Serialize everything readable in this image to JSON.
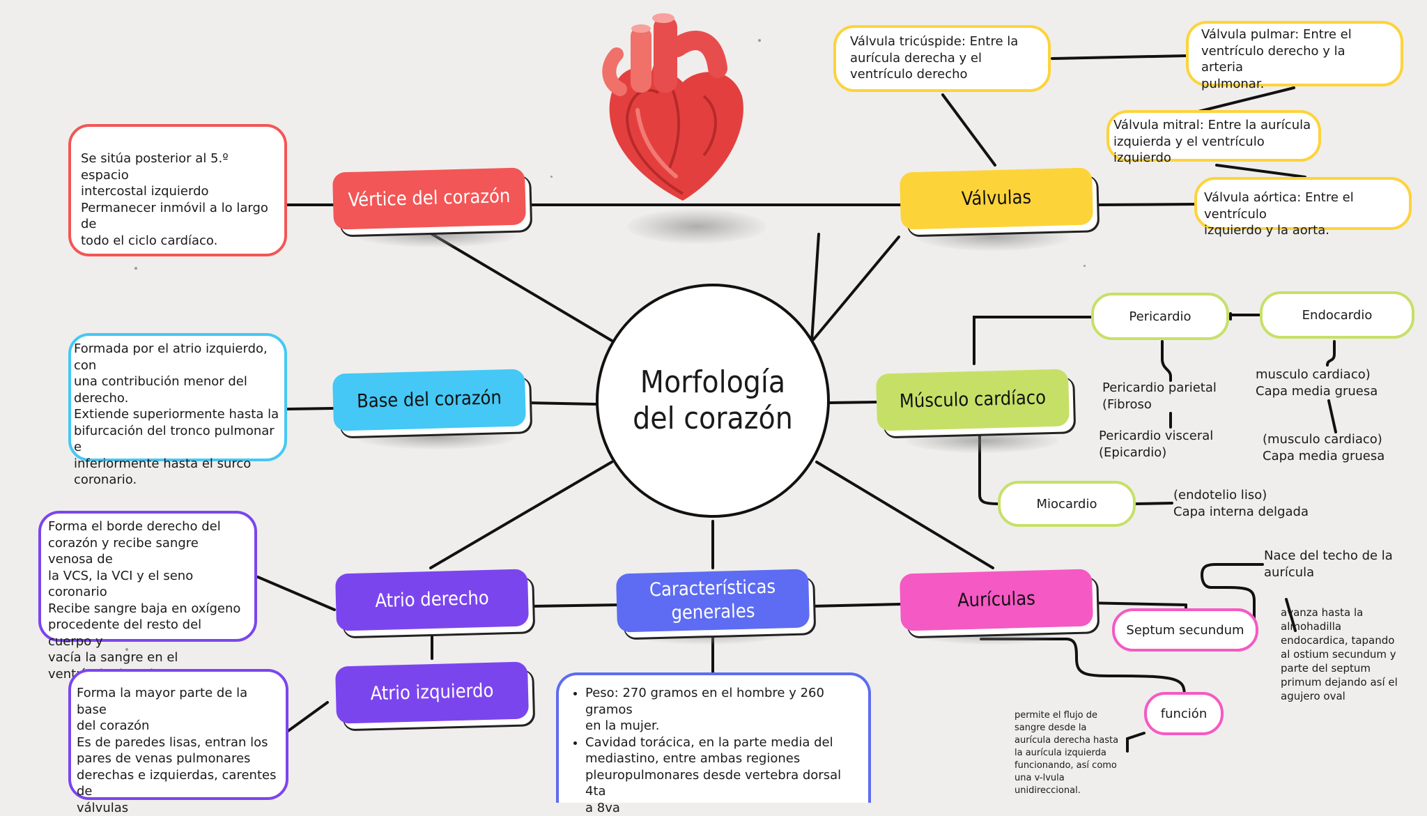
{
  "center": {
    "line1": "Morfología",
    "line2": "del corazón"
  },
  "nodes": {
    "vertice": "Vértice del corazón",
    "base": "Base del corazón",
    "atrio_derecho": "Atrio derecho",
    "atrio_izquierdo": "Atrio izquierdo",
    "caracteristicas_l1": "Características",
    "caracteristicas_l2": "generales",
    "valvulas": "Válvulas",
    "musculo": "Músculo cardíaco",
    "auriculas": "Aurículas"
  },
  "boxes": {
    "vertice": [
      "Se sitúa posterior al  5.º espacio",
      "intercostal izquierdo",
      "Permanecer inmóvil  a lo largo de",
      "todo el ciclo cardíaco."
    ],
    "base": [
      "Formada por el atrio izquierdo, con",
      "una contribución menor del",
      "derecho.",
      "Extiende superiormente hasta la",
      "bifurcación del tronco pulmonar e",
      "inferiormente hasta el surco",
      "coronario."
    ],
    "atrio_derecho": [
      "Forma el borde derecho del",
      "corazón y recibe sangre venosa de",
      "la VCS, la VCI y el seno coronario",
      "Recibe sangre baja en oxígeno",
      "procedente del resto del cuerpo y",
      "vacía la sangre en el",
      "ventrículo derecho"
    ],
    "atrio_izquierdo": [
      "Forma la mayor parte de la base",
      "del corazón",
      "Es de paredes lisas, entran los",
      "pares de venas pulmonares",
      "derechas e izquierdas, carentes de",
      "válvulas"
    ],
    "caracteristicas": [
      [
        "Peso: 270 gramos en el hombre y 260 gramos",
        "en la mujer."
      ],
      [
        "Cavidad torácica, en la parte media del",
        "mediastino, entre ambas regiones",
        "pleuropulmonares desde vertebra dorsal 4ta",
        "a 8va"
      ]
    ],
    "tricuspide": [
      "Válvula tricúspide: Entre la",
      "aurícula derecha y el",
      "ventrículo derecho"
    ],
    "pulmonar": [
      "Válvula pulmar: Entre el",
      "ventrículo derecho y la arteria",
      "pulmonar."
    ],
    "mitral": [
      "Válvula mitral: Entre la aurícula",
      "izquierda y el ventrículo izquierdo"
    ],
    "aortica": [
      "Válvula aórtica: Entre el ventrículo",
      "izquierdo y la aorta."
    ]
  },
  "musculo": {
    "pericardio": "Pericardio",
    "endocardio": "Endocardio",
    "miocardio": "Miocardio",
    "pericardio_parietal": [
      "Pericardio parietal",
      "(Fibroso"
    ],
    "pericardio_visceral": [
      "Pericardio visceral",
      "(Epicardio)"
    ],
    "endo_text": [
      "musculo cardiaco)",
      "Capa media gruesa"
    ],
    "endo_text2": [
      "(musculo cardiaco)",
      "Capa media gruesa"
    ],
    "mio_text": [
      "(endotelio liso)",
      "Capa interna delgada"
    ]
  },
  "auriculas": {
    "septum": "Septum secundum",
    "funcion": "función",
    "techo": [
      "Nace del techo de la",
      "aurícula"
    ],
    "avanza": [
      "avanza hasta la",
      "almohadilla",
      "endocardica, tapando",
      "al ostium secundum y",
      "parte del septum",
      "primum dejando así el",
      "agujero oval"
    ],
    "permite": [
      "permite el flujo de",
      "sangre desde la",
      "aurícula derecha hasta",
      "la aurícula izquierda",
      "funcionando, así como",
      "una v-lvula",
      "unidireccional."
    ]
  },
  "colors": {
    "red": "#f25656",
    "blue": "#45c8f5",
    "purple": "#7b45ee",
    "indigo": "#5d6cf2",
    "yellow": "#fdd33a",
    "lime": "#c6e067",
    "pink": "#f559c4"
  }
}
